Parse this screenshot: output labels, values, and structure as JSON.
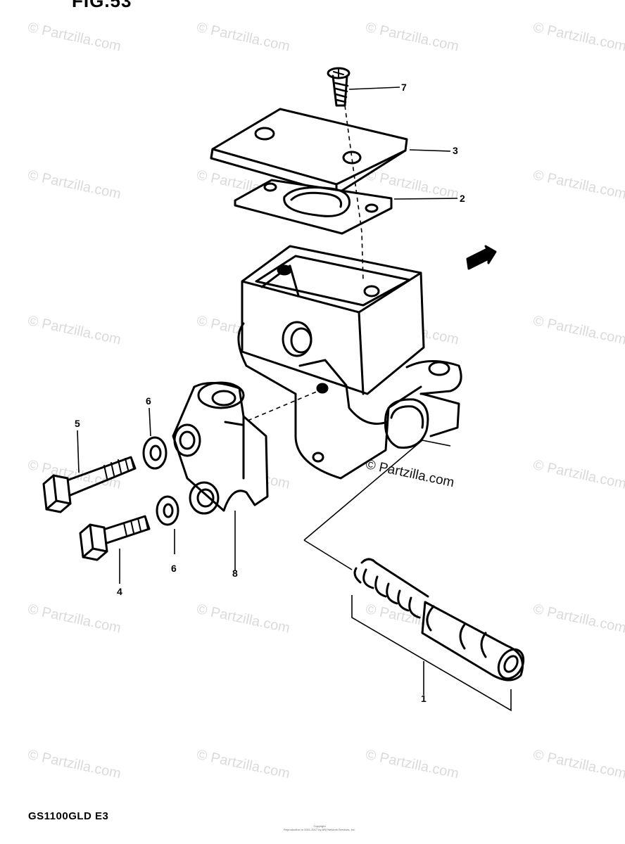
{
  "figure": {
    "title": "FIG.53",
    "model_code": "GS1100GLD E3",
    "copyright_line1": "Copyright",
    "copyright_line2": "Reproduction in 2001-2017 by ARI Network Services, Inc."
  },
  "watermark": {
    "text": "© Partzilla.com",
    "color": "#969696"
  },
  "callouts": [
    {
      "number": "1",
      "part": "piston-spring-assembly"
    },
    {
      "number": "2",
      "part": "diaphragm"
    },
    {
      "number": "3",
      "part": "reservoir-cap"
    },
    {
      "number": "4",
      "part": "bolt-short"
    },
    {
      "number": "5",
      "part": "bolt-long"
    },
    {
      "number": "6",
      "part": "washer"
    },
    {
      "number": "6",
      "part": "washer"
    },
    {
      "number": "7",
      "part": "cap-screw"
    },
    {
      "number": "8",
      "part": "clamp-holder"
    }
  ],
  "icons": [
    "direction-arrow-icon"
  ]
}
